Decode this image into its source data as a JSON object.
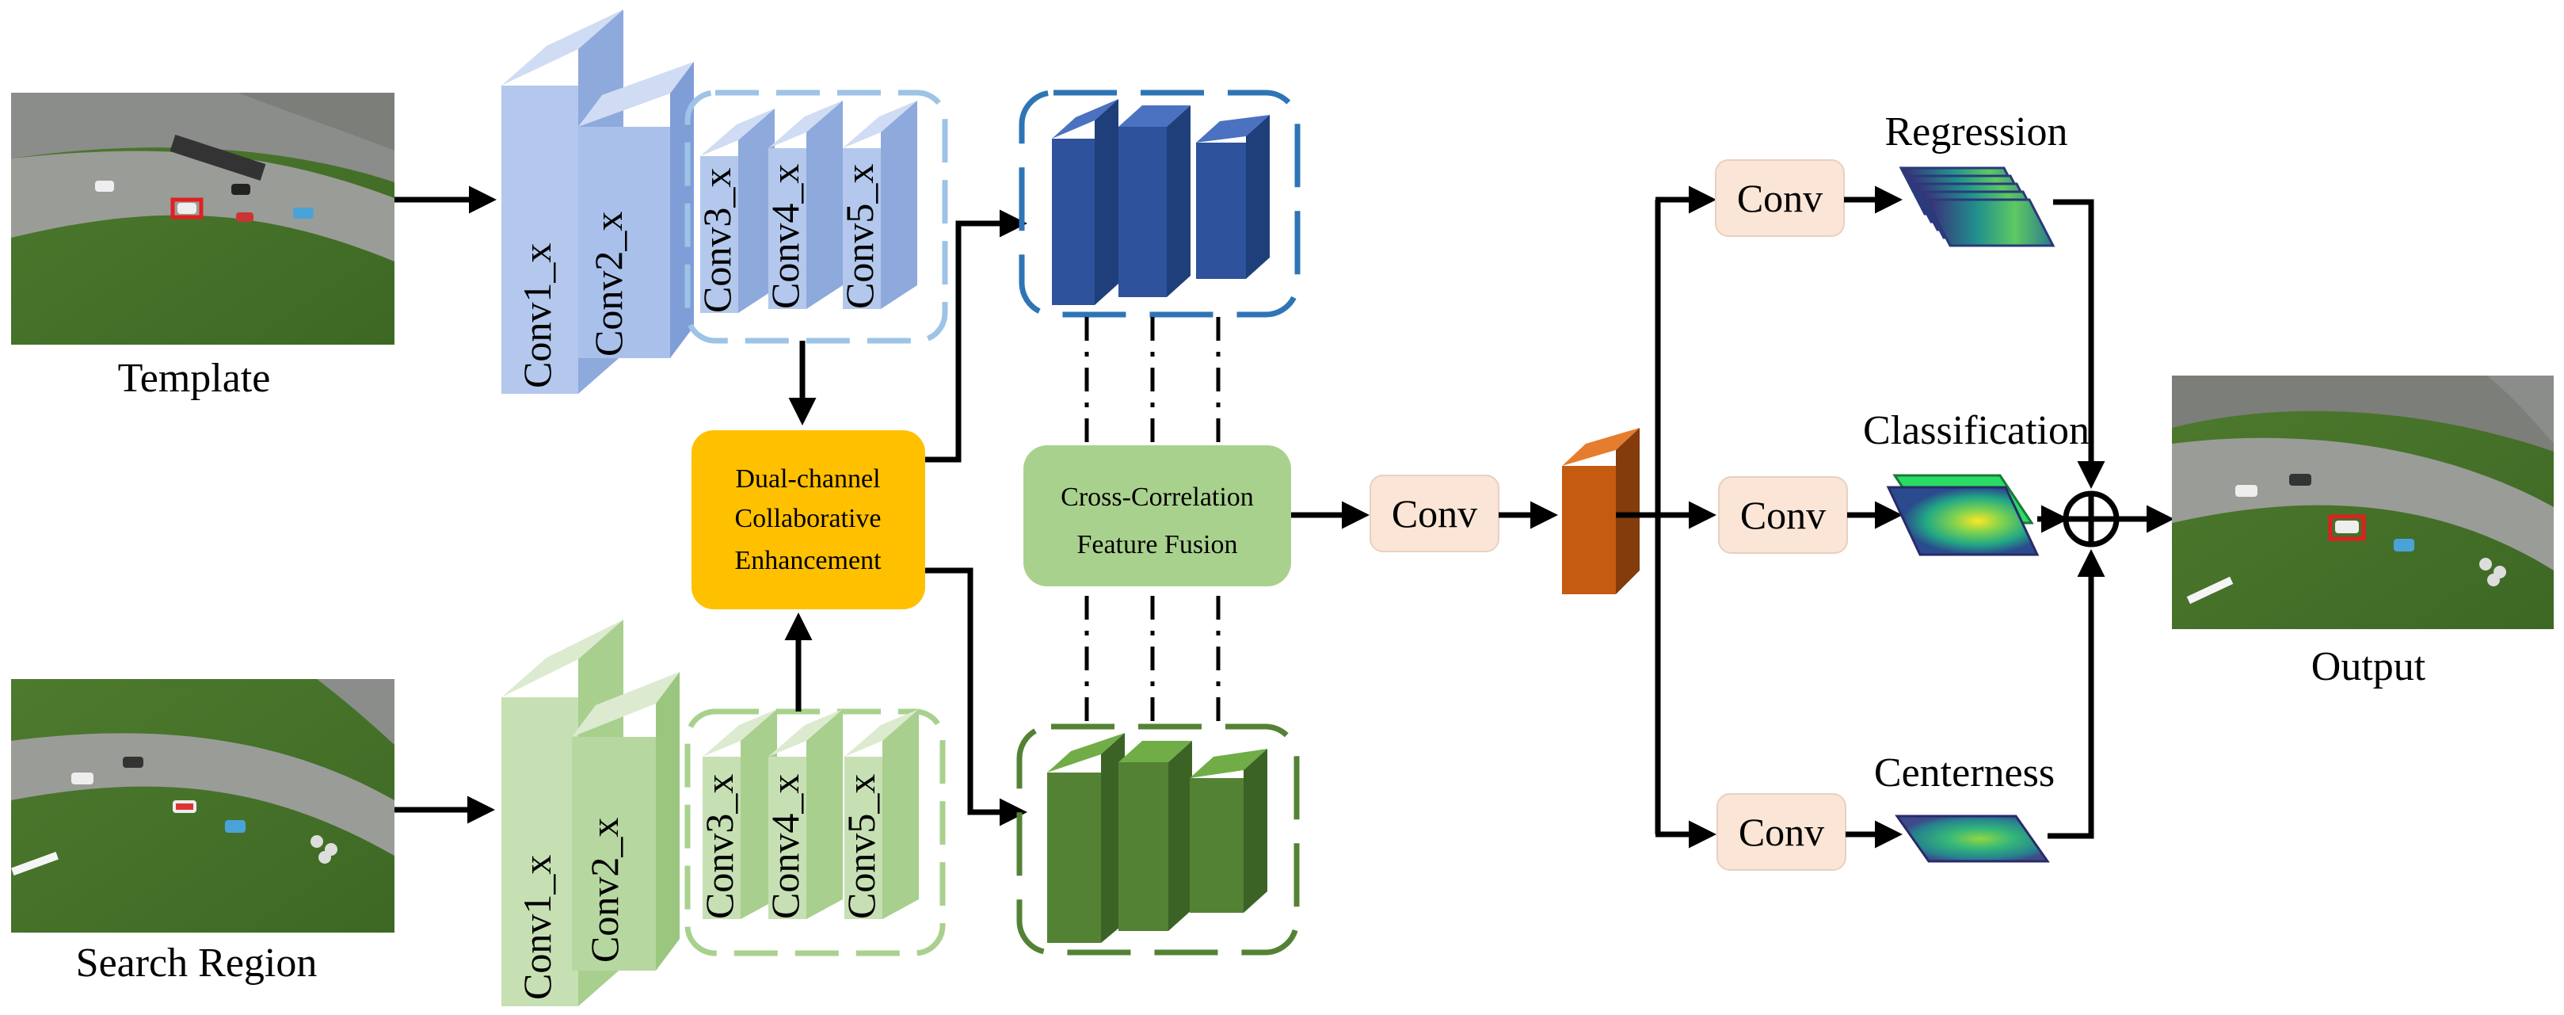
{
  "inputs": {
    "template_label": "Template",
    "search_label": "Search Region"
  },
  "backbone_template": {
    "conv1": "Conv1_x",
    "conv2": "Conv2_x",
    "conv3": "Conv3_x",
    "conv4": "Conv4_x",
    "conv5": "Conv5_x"
  },
  "backbone_search": {
    "conv1": "Conv1_x",
    "conv2": "Conv2_x",
    "conv3": "Conv3_x",
    "conv4": "Conv4_x",
    "conv5": "Conv5_x"
  },
  "dcce": {
    "line1": "Dual-channel",
    "line2": "Collaborative",
    "line3": "Enhancement"
  },
  "fusion": {
    "line1": "Cross-Correlation",
    "line2": "Feature Fusion"
  },
  "conv_label": "Conv",
  "heads": {
    "regression_conv": "Conv",
    "classification_conv": "Conv",
    "centerness_conv": "Conv",
    "regression_label": "Regression",
    "classification_label": "Classification",
    "centerness_label": "Centerness"
  },
  "output_label": "Output",
  "colors": {
    "blue_light": "#b3c8ec",
    "blue_dark": "#2f529c",
    "green_light": "#c6e0b4",
    "green_dark": "#548235",
    "dcce_fill": "#ffc000",
    "fusion_fill": "#a9d18e",
    "conv_fill": "#fbe5d6",
    "feature_orange": "#c55a11"
  }
}
